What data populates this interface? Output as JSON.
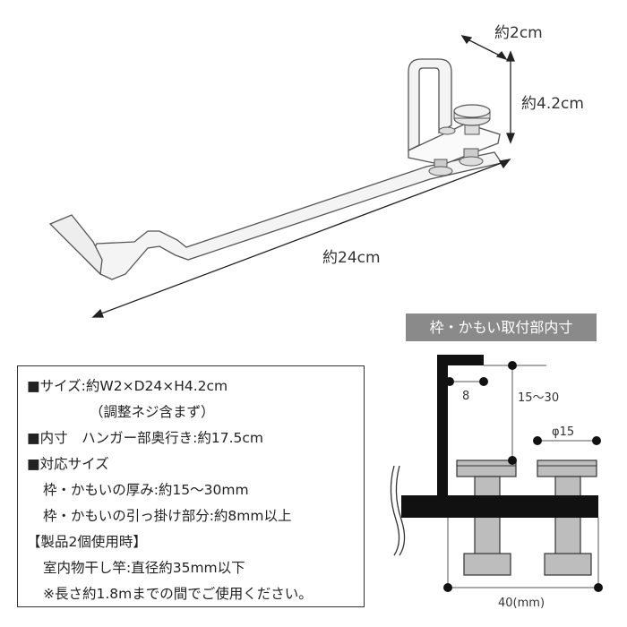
{
  "dimensions": {
    "width": "約2cm",
    "height": "約4.2cm",
    "length": "約24cm"
  },
  "section_title": "枠・かもい取付部内寸",
  "cross_section": {
    "lip": "8",
    "range": "15〜30",
    "diameter": "φ15",
    "depth": "40(mm)"
  },
  "specs": {
    "size_line": "■サイズ:約W2×D24×H4.2cm",
    "size_note": "（調整ネジ含まず）",
    "inner_line": "■内寸　ハンガー部奥行き:約17.5cm",
    "compat_header": "■対応サイズ",
    "thickness": "枠・かもいの厚み:約15〜30mm",
    "hook": "枠・かもいの引っ掛け部分:約8mm以上",
    "two_header": "【製品2個使用時】",
    "pole": "室内物干し竿:直径約35mm以下",
    "note": "※長さ約1.8mまでの間でご使用ください。"
  },
  "colors": {
    "product": "#f4f4f4",
    "outline": "#555555",
    "frame": "#111111",
    "screw": "#bdbdbd",
    "tag_bg": "#8a8a8a"
  }
}
